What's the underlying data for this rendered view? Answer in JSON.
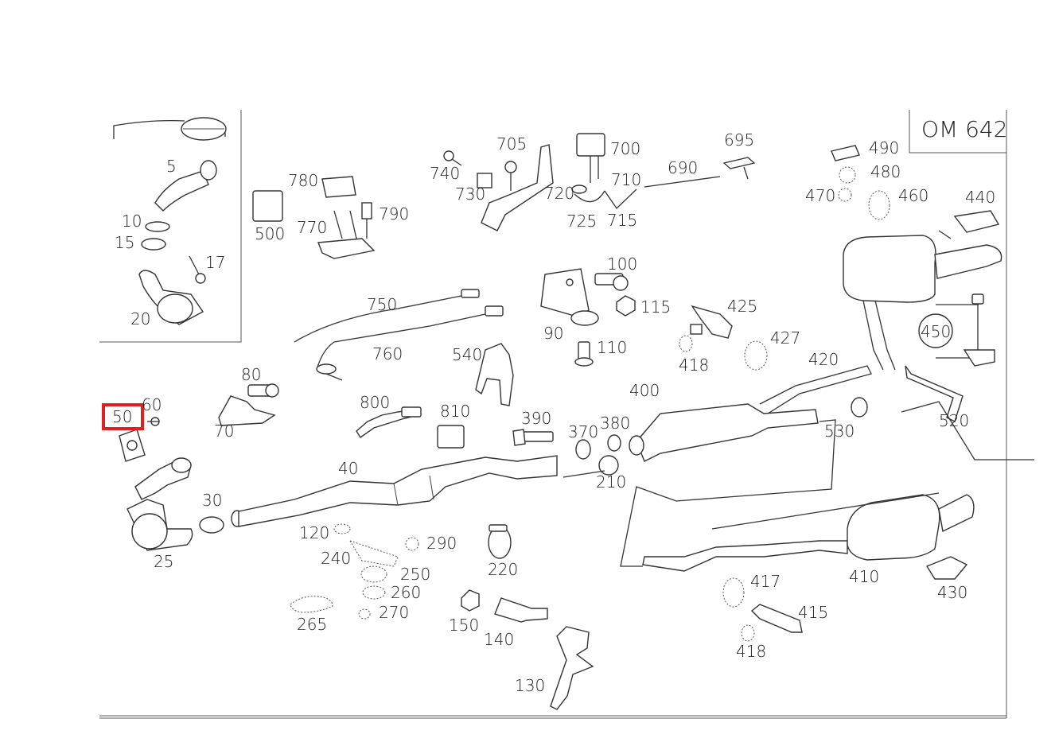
{
  "diagram": {
    "engine_code": "OM 642",
    "highlight_color": "#e0201e",
    "highlighted_label": "50",
    "labels": {
      "l5": "5",
      "l10": "10",
      "l15": "15",
      "l17": "17",
      "l20": "20",
      "l25": "25",
      "l30": "30",
      "l40": "40",
      "l50": "50",
      "l60": "60",
      "l70": "70",
      "l80": "80",
      "l90": "90",
      "l100": "100",
      "l110": "110",
      "l115": "115",
      "l120": "120",
      "l130": "130",
      "l140": "140",
      "l150": "150",
      "l210": "210",
      "l220": "220",
      "l240": "240",
      "l250": "250",
      "l260": "260",
      "l265": "265",
      "l270": "270",
      "l290": "290",
      "l370": "370",
      "l380": "380",
      "l390": "390",
      "l400": "400",
      "l410": "410",
      "l415": "415",
      "l417": "417",
      "l418a": "418",
      "l418b": "418",
      "l420": "420",
      "l425": "425",
      "l427": "427",
      "l430": "430",
      "l440": "440",
      "l450": "450",
      "l460": "460",
      "l470": "470",
      "l480": "480",
      "l490": "490",
      "l500": "500",
      "l520": "520",
      "l530": "530",
      "l540": "540",
      "l690": "690",
      "l695": "695",
      "l700": "700",
      "l705": "705",
      "l710": "710",
      "l715": "715",
      "l720": "720",
      "l725": "725",
      "l730": "730",
      "l740": "740",
      "l750": "750",
      "l760": "760",
      "l770": "770",
      "l780": "780",
      "l790": "790",
      "l800": "800",
      "l810": "810"
    }
  }
}
